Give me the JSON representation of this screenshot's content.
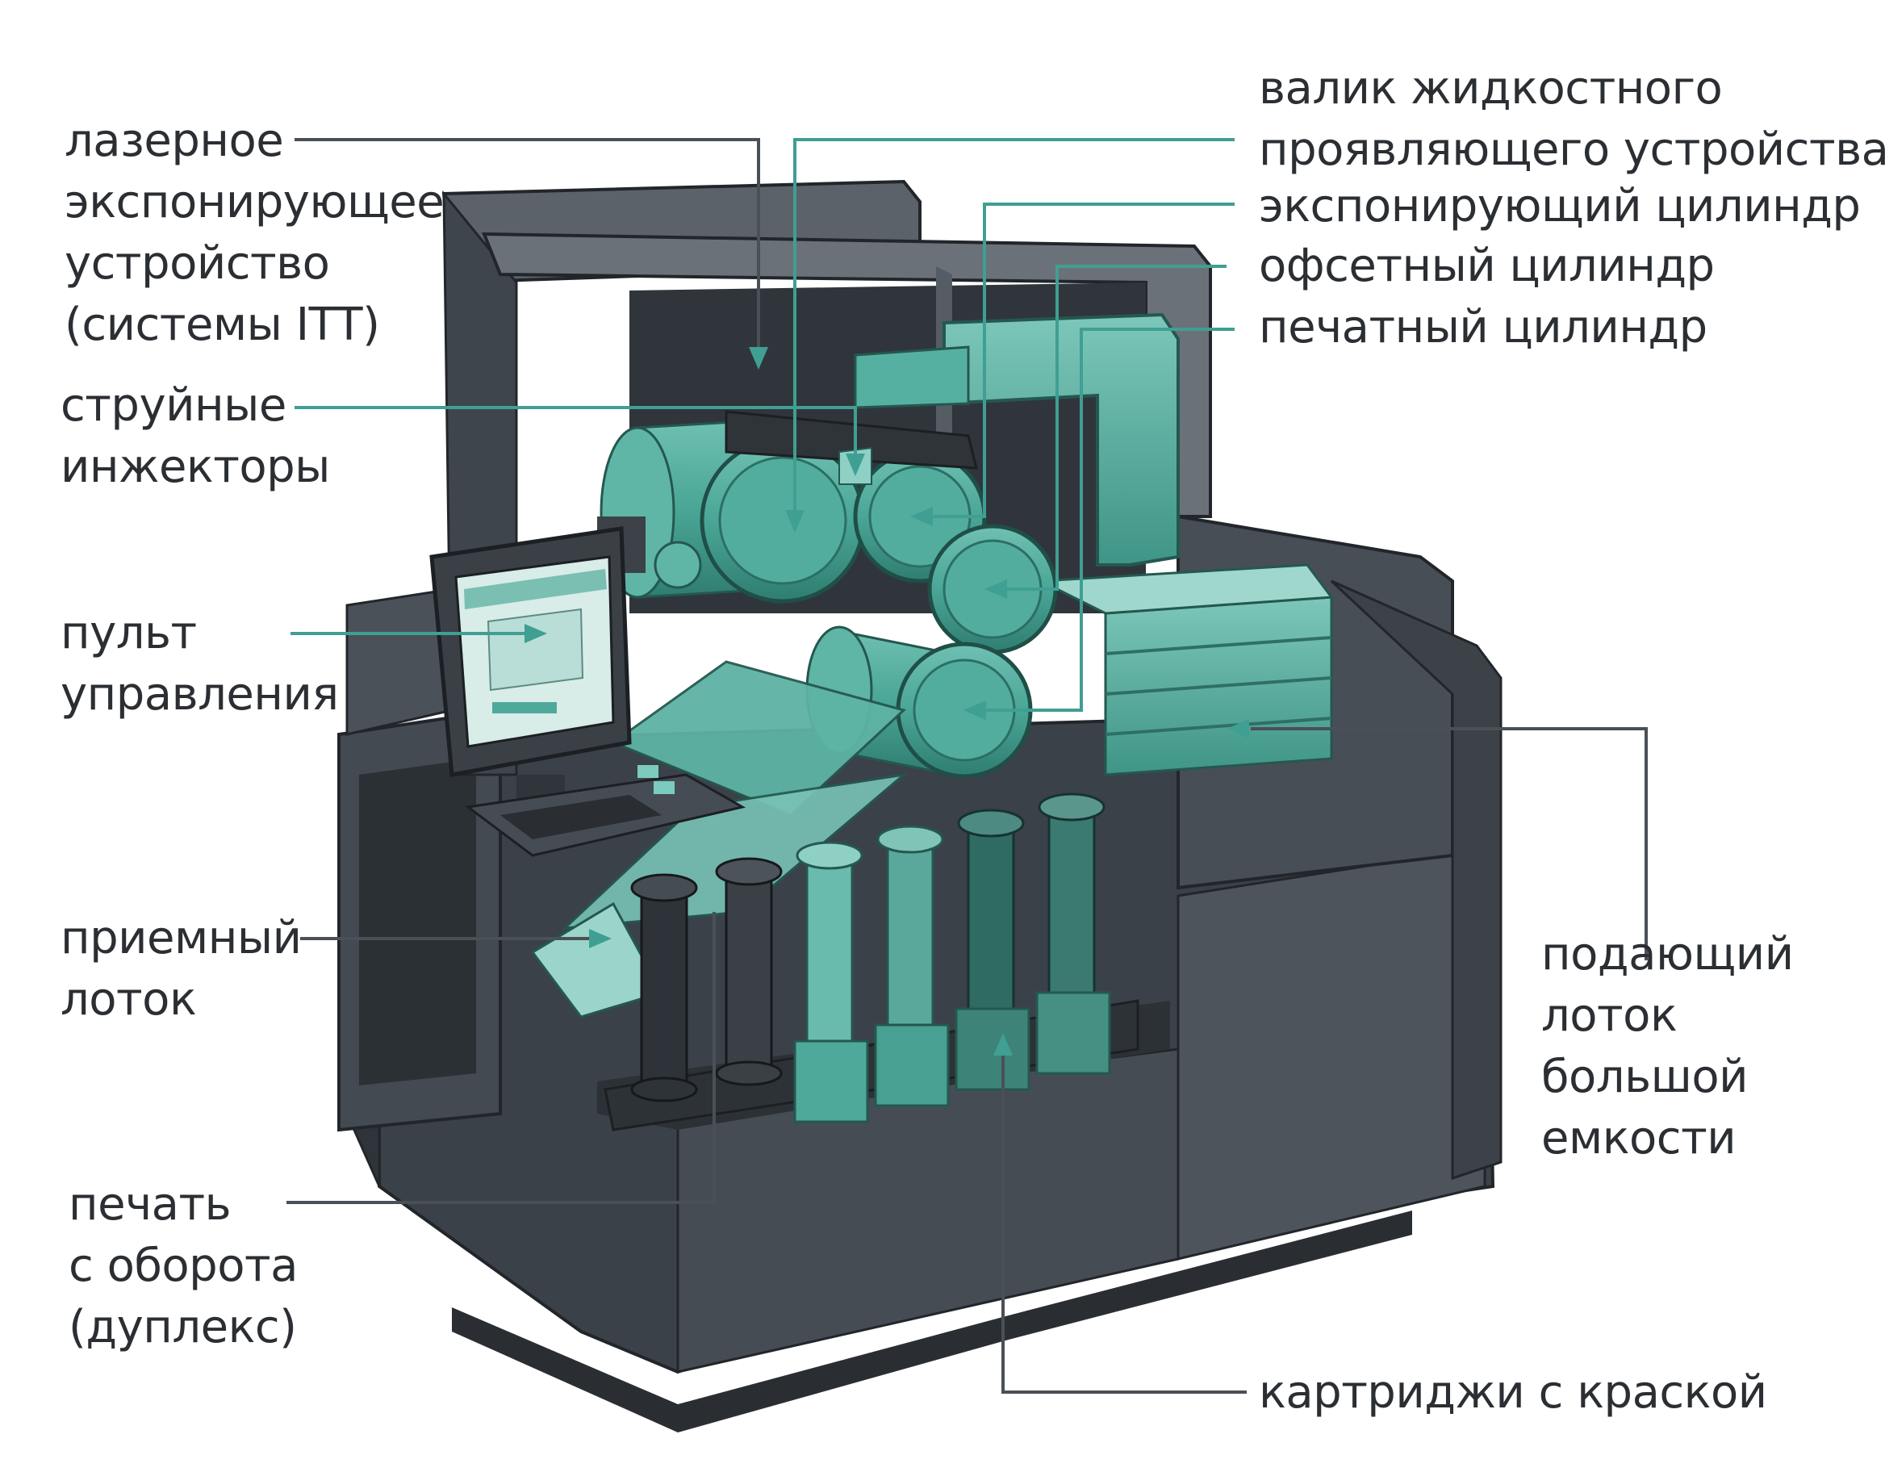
{
  "labels": {
    "laser": [
      "лазерное",
      "экспонирующее",
      "устройство",
      "(системы ITT)"
    ],
    "inject": [
      "струйные",
      "инжекторы"
    ],
    "panel": [
      "пульт",
      "управления"
    ],
    "recv": [
      "приемный",
      "лоток"
    ],
    "duplex": [
      "печать",
      "с оборота",
      "(дуплекс)"
    ],
    "roller": [
      "валик жидкостного",
      "проявляющего устройства"
    ],
    "expcyl": [
      "экспонирующий цилиндр"
    ],
    "offset": [
      "офсетный цилиндр"
    ],
    "print": [
      "печатный цилиндр"
    ],
    "feed": [
      "подающий",
      "лоток",
      "большой",
      "емкости"
    ],
    "ink": [
      "картриджи с краской"
    ]
  },
  "colors": {
    "body_dark": "#3d434a",
    "body_mid": "#4e555d",
    "teal": "#4fa99a",
    "teal_light": "#8fd0c4",
    "leader_teal": "#3f9f92",
    "leader_gray": "#4a5057"
  }
}
